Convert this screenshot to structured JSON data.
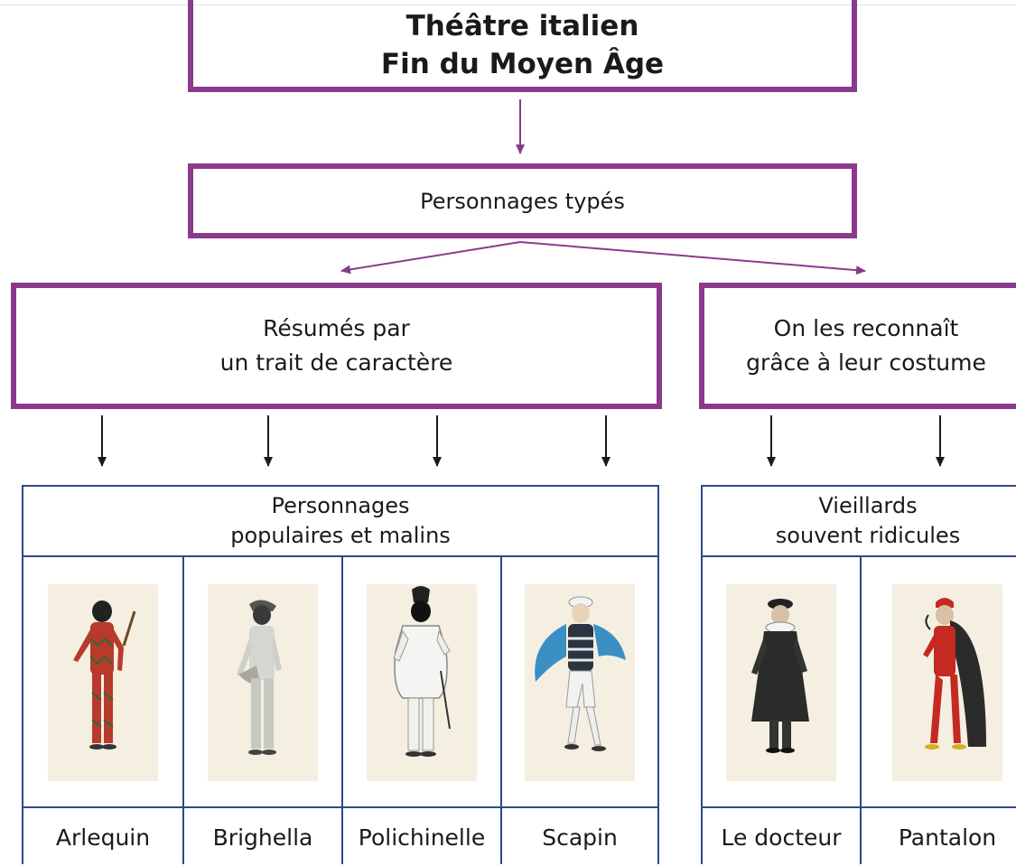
{
  "title": {
    "line1": "Théâtre italien",
    "line2": "Fin du Moyen Âge"
  },
  "subtitle": "Personnages typés",
  "branches": {
    "left": {
      "line1": "Résumés par",
      "line2": "un trait de caractère"
    },
    "right": {
      "line1": "On les reconnaît",
      "line2": "grâce à leur costume"
    }
  },
  "groups": {
    "left": {
      "line1": "Personnages",
      "line2": "populaires et malins"
    },
    "right": {
      "line1": "Vieillards",
      "line2": "souvent ridicules"
    }
  },
  "characters": [
    {
      "name": "Arlequin",
      "icon": "harlequin-figure-icon",
      "color": "#b83a2a"
    },
    {
      "name": "Brighella",
      "icon": "brighella-figure-icon",
      "color": "#c9c9c4"
    },
    {
      "name": "Polichinelle",
      "icon": "pulcinella-figure-icon",
      "color": "#ececea"
    },
    {
      "name": "Scapin",
      "icon": "scapin-figure-icon",
      "color": "#3a8fc4"
    },
    {
      "name": "Le docteur",
      "icon": "doctor-figure-icon",
      "color": "#2b2b2b"
    },
    {
      "name": "Pantalon",
      "icon": "pantalone-figure-icon",
      "color": "#c42a22"
    }
  ],
  "colors": {
    "box_border": "#8a3a8c",
    "grid_border": "#2d4a86",
    "card_bg": "#f4efe1"
  }
}
